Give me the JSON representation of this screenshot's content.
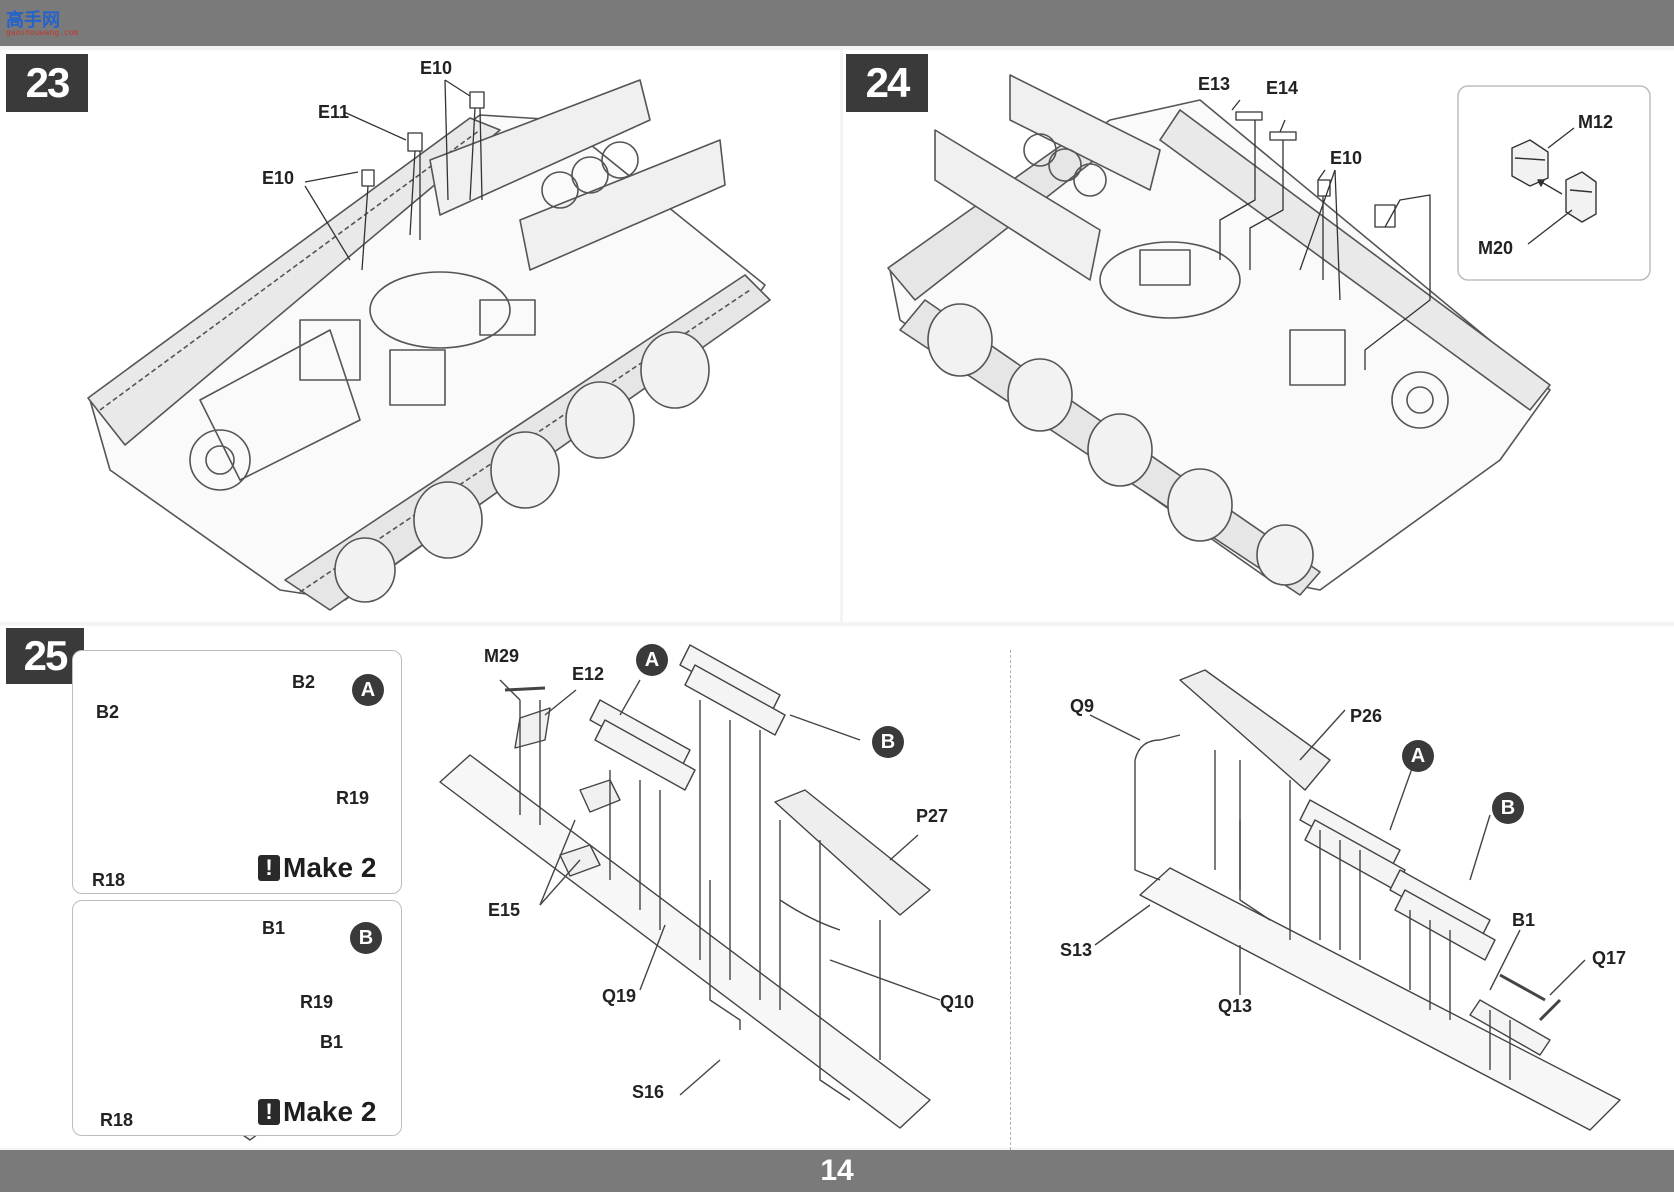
{
  "header": {
    "logo_brand": "高手网",
    "logo_site": "gaoshouwang.com"
  },
  "footer": {
    "page_number": "14"
  },
  "step23": {
    "number": "23",
    "labels": {
      "e10_top": "E10",
      "e11": "E11",
      "e10_left": "E10"
    }
  },
  "step24": {
    "number": "24",
    "labels": {
      "e13": "E13",
      "e14": "E14",
      "e10": "E10",
      "m12": "M12",
      "m20": "M20"
    }
  },
  "step25": {
    "number": "25",
    "box_a": {
      "callout": "A",
      "b2_top": "B2",
      "b2_left": "B2",
      "r19": "R19",
      "r18": "R18",
      "make": "Make 2"
    },
    "box_b": {
      "callout": "B",
      "b1_top": "B1",
      "r19": "R19",
      "b1_right": "B1",
      "r18": "R18",
      "make": "Make 2"
    },
    "middle": {
      "m29": "M29",
      "e12": "E12",
      "callout_a": "A",
      "callout_b": "B",
      "p27": "P27",
      "e15": "E15",
      "q19": "Q19",
      "q10": "Q10",
      "s16": "S16"
    },
    "right": {
      "q9": "Q9",
      "p26": "P26",
      "callout_a": "A",
      "callout_b": "B",
      "b1": "B1",
      "q17": "Q17",
      "s13": "S13",
      "q13": "Q13"
    }
  }
}
